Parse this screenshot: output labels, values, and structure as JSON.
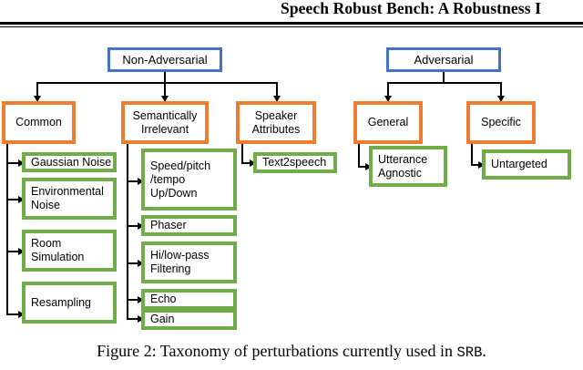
{
  "header": {
    "running_title": "Speech Robust Bench: A Robustness I"
  },
  "caption": {
    "prefix": "Figure 2: Taxonomy of perturbations currently used in ",
    "mono": "SRB",
    "suffix": "."
  },
  "colors": {
    "blue": "#4472C4",
    "orange": "#ED7D31",
    "green": "#70AD47",
    "line": "#000000",
    "background": "#FFFFFF"
  },
  "taxonomy": {
    "roots": [
      {
        "id": "non-adversarial",
        "label": "Non-Adversarial",
        "level": "root",
        "color": "blue"
      },
      {
        "id": "adversarial",
        "label": "Adversarial",
        "level": "root",
        "color": "blue"
      }
    ],
    "categories": [
      {
        "id": "common",
        "label": "Common",
        "parent": "non-adversarial",
        "color": "orange"
      },
      {
        "id": "semantically-irrelevant",
        "label": "Semantically\nIrrelevant",
        "line1": "Semantically",
        "line2": "Irrelevant",
        "parent": "non-adversarial",
        "color": "orange"
      },
      {
        "id": "speaker-attributes",
        "label": "Speaker\nAttributes",
        "line1": "Speaker",
        "line2": "Attributes",
        "parent": "non-adversarial",
        "color": "orange"
      },
      {
        "id": "general",
        "label": "General",
        "parent": "adversarial",
        "color": "orange"
      },
      {
        "id": "specific",
        "label": "Specific",
        "parent": "adversarial",
        "color": "orange"
      }
    ],
    "leaves": {
      "common": [
        {
          "id": "gaussian-noise",
          "label": "Gaussian Noise"
        },
        {
          "id": "environmental-noise",
          "line1": "Environmental",
          "line2": "Noise",
          "label": "Environmental Noise"
        },
        {
          "id": "room-simulation",
          "line1": "Room",
          "line2": "Simulation",
          "label": "Room Simulation"
        },
        {
          "id": "resampling",
          "label": "Resampling"
        }
      ],
      "semantically_irrelevant": [
        {
          "id": "speed-pitch-tempo",
          "line1": "Speed/pitch",
          "line2": "/tempo",
          "line3": "Up/Down",
          "label": "Speed/pitch /tempo Up/Down"
        },
        {
          "id": "phaser",
          "label": "Phaser"
        },
        {
          "id": "hi-low-pass-filtering",
          "line1": "Hi/low-pass",
          "line2": "Filtering",
          "label": "Hi/low-pass Filtering"
        },
        {
          "id": "echo",
          "label": "Echo"
        },
        {
          "id": "gain",
          "label": "Gain"
        }
      ],
      "speaker_attributes": [
        {
          "id": "text2speech",
          "label": "Text2speech"
        }
      ],
      "general": [
        {
          "id": "utterance-agnostic",
          "line1": "Utterance",
          "line2": "Agnostic",
          "label": "Utterance Agnostic"
        }
      ],
      "specific": [
        {
          "id": "untargeted",
          "label": "Untargeted"
        }
      ]
    }
  }
}
